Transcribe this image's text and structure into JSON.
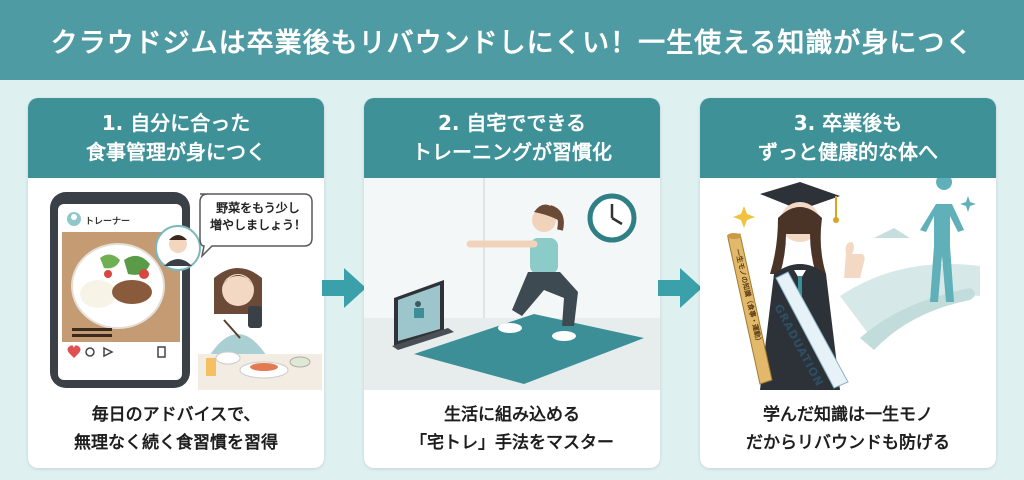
{
  "banner": {
    "title": "クラウドジムは卒業後もリバウンドしにくい！一生使える知識が身につく"
  },
  "cards": [
    {
      "title_line1": "1. 自分に合った",
      "title_line2": "食事管理が身につく",
      "caption_line1": "毎日のアドバイスで、",
      "caption_line2": "無理なく続く食習慣を習得",
      "bubble_line1": "野菜をもう少し",
      "bubble_line2": "増やしましょう！",
      "app_label": "トレーナー"
    },
    {
      "title_line1": "2. 自宅でできる",
      "title_line2": "トレーニングが習慣化",
      "caption_line1": "生活に組み込める",
      "caption_line2": "「宅トレ」手法をマスター"
    },
    {
      "title_line1": "3. 卒業後も",
      "title_line2": "ずっと健康的な体へ",
      "caption_line1": "学んだ知識は一生モノ",
      "caption_line2": "だからリバウンドも防げる",
      "sash_text": "GRADUATION",
      "scroll_text": "一生モノの知識（食事・運動）"
    }
  ],
  "colors": {
    "banner": "#4f9ba3",
    "card_header": "#3f9198",
    "background": "#dff0f0",
    "arrow": "#3aa0aa"
  }
}
